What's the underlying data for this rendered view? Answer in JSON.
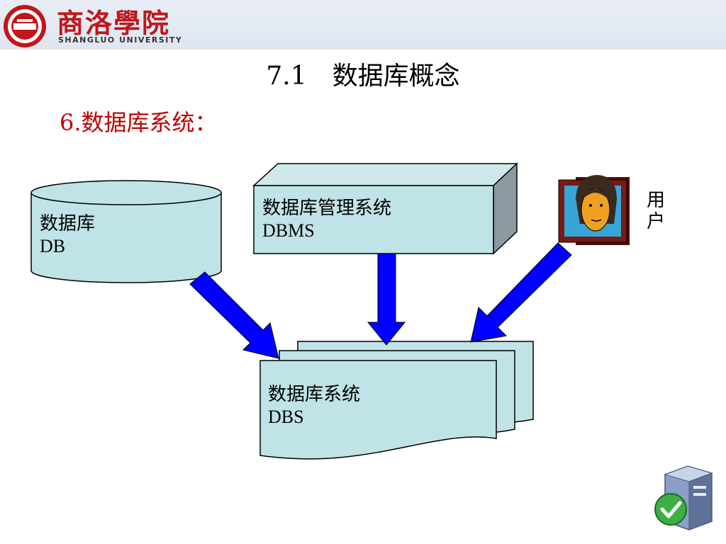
{
  "header": {
    "brand_cn": "商洛學院",
    "brand_en": "SHANGLUO UNIVERSITY"
  },
  "slide": {
    "title": "7.1　数据库概念",
    "subtitle": "6.数据库系统："
  },
  "diagram": {
    "db": {
      "line1": "数据库",
      "line2": "DB"
    },
    "dbms": {
      "line1": "数据库管理系统",
      "line2": "DBMS"
    },
    "dbs": {
      "line1": "数据库系统",
      "line2": "DBS"
    },
    "user": {
      "label": "用户"
    }
  },
  "colors": {
    "shape_fill": "#bfe3e6",
    "arrow": "#0000ff",
    "brand_red": "#c0161d",
    "subtitle_red": "#c00000"
  },
  "icons": [
    "university-logo-icon",
    "user-portrait-icon",
    "server-check-icon"
  ]
}
